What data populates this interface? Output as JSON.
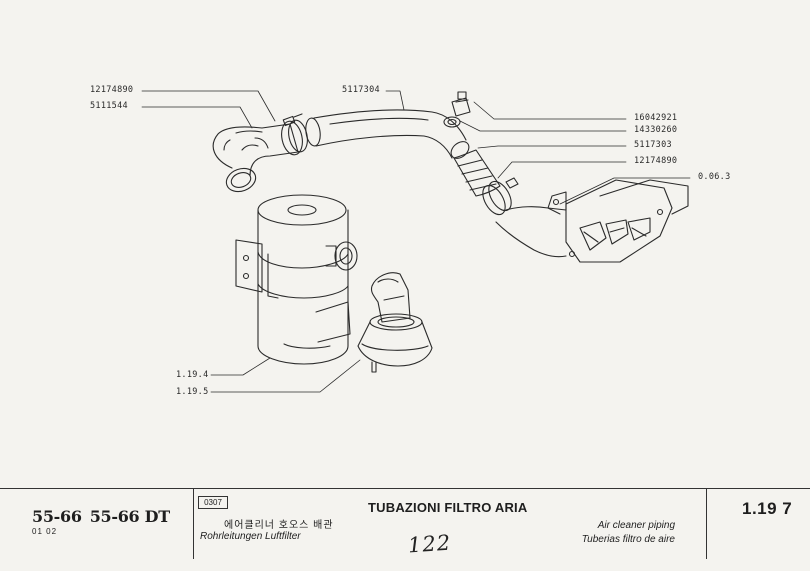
{
  "diagram": {
    "part_numbers": {
      "clamp_left": "12174890",
      "elbow_left": "5111544",
      "main_pipe": "5117304",
      "plug": "16042921",
      "washer": "14330260",
      "sleeve": "5117303",
      "clamp_right": "12174890",
      "manifold_ref": "0.06.3",
      "filter_ref": "1.19.4",
      "filter_bowl_ref": "1.19.5"
    }
  },
  "footer": {
    "models": [
      "55-66",
      "55-66 DT"
    ],
    "edition": "01 02",
    "code": "0307",
    "title_it": "TUBAZIONI FILTRO ARIA",
    "title_ko": "에어클리너 호오스 배관",
    "title_de": "Rohrleitungen Luftfilter",
    "title_en": "Air cleaner piping",
    "title_es": "Tuberias filtro de aire",
    "handwritten_page": "122",
    "page_ref": "1.19 7"
  }
}
